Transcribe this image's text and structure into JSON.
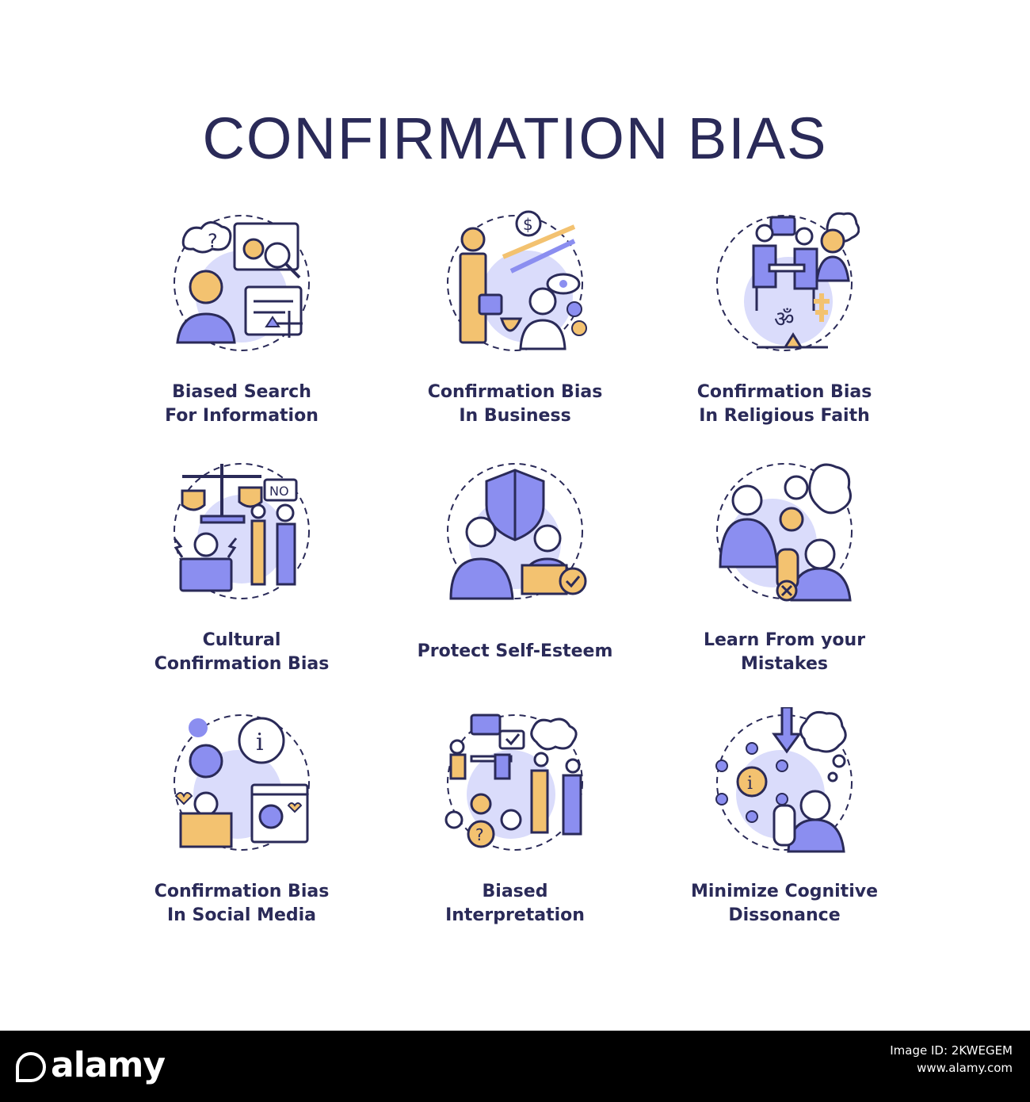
{
  "title": "CONFIRMATION BIAS",
  "colors": {
    "text": "#2a2a58",
    "blue": "#8b8ef0",
    "lavender": "#dadcfb",
    "orange": "#f3c270",
    "line": "#2a2a58"
  },
  "cards": [
    {
      "label": "Biased Search\nFor Information",
      "icon": "search-bias-icon"
    },
    {
      "label": "Confirmation Bias\nIn Business",
      "icon": "business-bias-icon"
    },
    {
      "label": "Confirmation Bias\nIn Religious Faith",
      "icon": "religious-faith-icon"
    },
    {
      "label": "Cultural\nConfirmation Bias",
      "icon": "cultural-scales-icon"
    },
    {
      "label": "Protect Self-Esteem",
      "icon": "self-esteem-shield-icon"
    },
    {
      "label": "Learn From your\nMistakes",
      "icon": "learn-mistakes-icon"
    },
    {
      "label": "Confirmation Bias\nIn Social Media",
      "icon": "social-media-icon"
    },
    {
      "label": "Biased\nInterpretation",
      "icon": "interpretation-icon"
    },
    {
      "label": "Minimize Cognitive\nDissonance",
      "icon": "cognitive-dissonance-icon"
    }
  ],
  "footer": {
    "logo": "alamy",
    "image_id_label": "Image ID: 2KWEGEM",
    "url": "www.alamy.com"
  }
}
